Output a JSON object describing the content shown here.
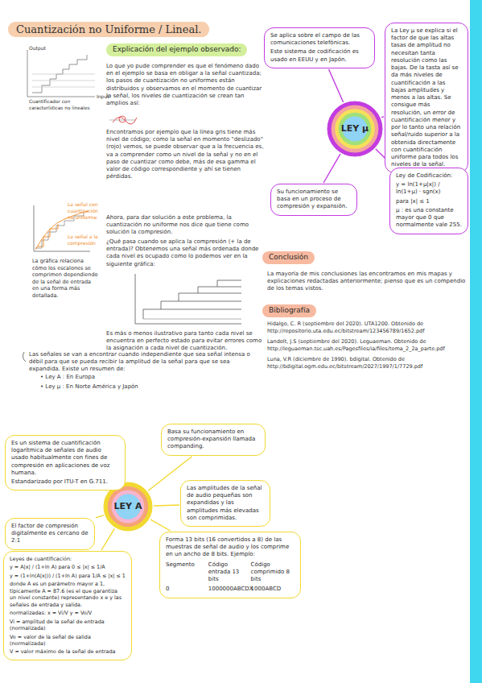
{
  "diagram": {
    "title": "Cuantización no Uniforme / Lineal.",
    "nodes": [
      {
        "text": [
          "Explicación del ejemplo observado:"
        ]
      },
      {
        "text": [
          "LEY μ"
        ]
      },
      {
        "text": [
          "Se aplica sobre el campo de las comunicaciones telefónicas.",
          "Este sistema de codificación es usado en EEUU y en Japón."
        ]
      },
      {
        "text": [
          "La Ley μ se explica si el factor de que las altas tasas de amplitud no necesitan tanta resolución como las bajas. De la tasta así se da más niveles de cuantificación a las bajas amplitudes y menos a las altas. Se consigue más resolución, un error de cuantificación menor y por lo tanto una relación señal/ruido superior a la obtenida directamente con cuantificación uniforme para todos los niveles de la señal."
        ]
      },
      {
        "text": [
          "Su funcionamiento se basa en un proceso de compresión y expansión."
        ]
      },
      {
        "text": [
          "Ley de Codificación:",
          "y = ln(1+μ|x|) / ln(1+μ) · sgn(x)",
          "para |x| ≤ 1",
          "μ : es una constante mayor que 0 que normalmente vale 255."
        ]
      },
      {
        "text": [
          "Conclusión"
        ]
      },
      {
        "text": [
          "Bibliografía"
        ]
      },
      {
        "text": [
          "LEY A"
        ]
      },
      {
        "text": [
          "Es un sistema de cuantificación logarítmica de señales de audio usado habitualmente con fines de compresión en aplicaciones de voz humana.",
          "Estandarizado por ITU-T en G.711."
        ]
      },
      {
        "text": [
          "El factor de compresión digitalmente es cercano de 2:1"
        ]
      },
      {
        "text": [
          "Leyes de cuantificación:",
          "y = A|x| / (1+ln A)   para 0 ≤ |x| ≤ 1/A",
          "y = (1+ln(A|x|)) / (1+ln A)   para 1/A ≤ |x| ≤ 1",
          "donde A es un parámetro mayor a 1, típicamente A = 87.6 (es el que garantiza un nivel constante) representando x e y las señales de entrada y salida.",
          "normalizadas:  x = Vi/V   y = Vo/V",
          "Vi = amplitud de la señal de entrada (normalizada)",
          "Vo = valor de la señal de salida (normalizada)",
          "V = valor máximo de la señal de entrada"
        ]
      },
      {
        "text": [
          "Basa su funcionamiento en compresión-expansión llamada companding."
        ]
      },
      {
        "text": [
          "Las amplitudes de la señal de audio pequeñas son expandidas y las amplitudes más elevadas son comprimidas."
        ]
      },
      {
        "text": [
          "Forma 13 bits (16 convertidos a 8) de las muestras de señal de audio y los comprime en un ancho de 8 bits. Ejemplo:",
          "Segmento",
          "Código entrada 13 bits",
          "Código comprimido 8 bits",
          "0",
          "1000000ABCDX",
          "1000ABCD"
        ]
      }
    ],
    "edges": [
      {
        "from": 1,
        "to": 2,
        "arrow": "none"
      },
      {
        "from": 1,
        "to": 3,
        "arrow": "none"
      },
      {
        "from": 1,
        "to": 4,
        "arrow": "none"
      },
      {
        "from": 1,
        "to": 5,
        "arrow": "none"
      },
      {
        "from": 8,
        "to": 9,
        "arrow": "none"
      },
      {
        "from": 8,
        "to": 10,
        "arrow": "none"
      },
      {
        "from": 8,
        "to": 11,
        "arrow": "none"
      },
      {
        "from": 8,
        "to": 12,
        "arrow": "none"
      },
      {
        "from": 8,
        "to": 13,
        "arrow": "none"
      },
      {
        "from": 8,
        "to": 14,
        "arrow": "none"
      }
    ],
    "labels": [
      "Output",
      "Input",
      "Cuantificador con características no lineales",
      "Lo que yo pude comprender es que el fenómeno dado en el ejemplo se basa en obligar a la señal cuantizada; los pasos de cuantización no uniformes están distribuidos y observamos en el momento de cuantizar la señal, los niveles de cuantización se crean tan amplios así:",
      "Encontramos por ejemplo que la línea gris tiene más nivel de código; como la señal en momento \"deslizado\" (rojo) vemos, se puede observar que a la frecuencia es, va a comprender como un nivel de la señal y no en el paso de cuantizar como debe, más de esa gamma el valor de código correspondiente y ahí se tienen pérdidas.",
      "La señal con cuantización no uniforme",
      "La señal a la compresión",
      "La gráfica relaciona cómo los escalones se comprimen dependiendo de la señal de entrada en una forma más detallada.",
      "Ahora, para dar solución a este problema, la cuantización no uniforme nos dice que tiene como solución la compresión.",
      "¿Qué pasa cuando se aplica la compresión (+ la de entrada)? Obtenemos una señal más ordenada donde cada nivel es ocupado como lo podemos ver en la siguiente gráfica:",
      "Es más o menos ilustrativo para tanto cada nivel se encuentra en perfecto estado para evitar errores como la asignación a cada nivel de cuantización.",
      "Las señales se van a encontrar cuando independiente que sea señal intensa o débil para que se pueda recibir la amplitud de la señal para que se sea expandida. Existe un resumen de:",
      "• Ley A : En Europa",
      "• Ley μ : En Norte América y Japón",
      "La mayoría de mis conclusiones las encontramos en mis mapas y explicaciones redactadas anteriormente; pienso que es un compendio de los temas vistos.",
      "Hidalgo, C. R (septiembre del 2020). UTA1200. Obtenido de http://repositorio.uta.edu.ec/bitstream/123456789/1652.pdf",
      "Landolt, J.S (septiembre del 2020). Leguaeman. Obtenido de http://leguaeman.tsc.uah.es/Pagesfiles/ia/files/tema_2_2a_parte.pdf",
      "Luna, V.R (diciembre de 1990). bdigital. Obtenido de http://bdigital.ogm.edu.ec/bitstream/2027/1997/1/7729.pdf"
    ]
  }
}
